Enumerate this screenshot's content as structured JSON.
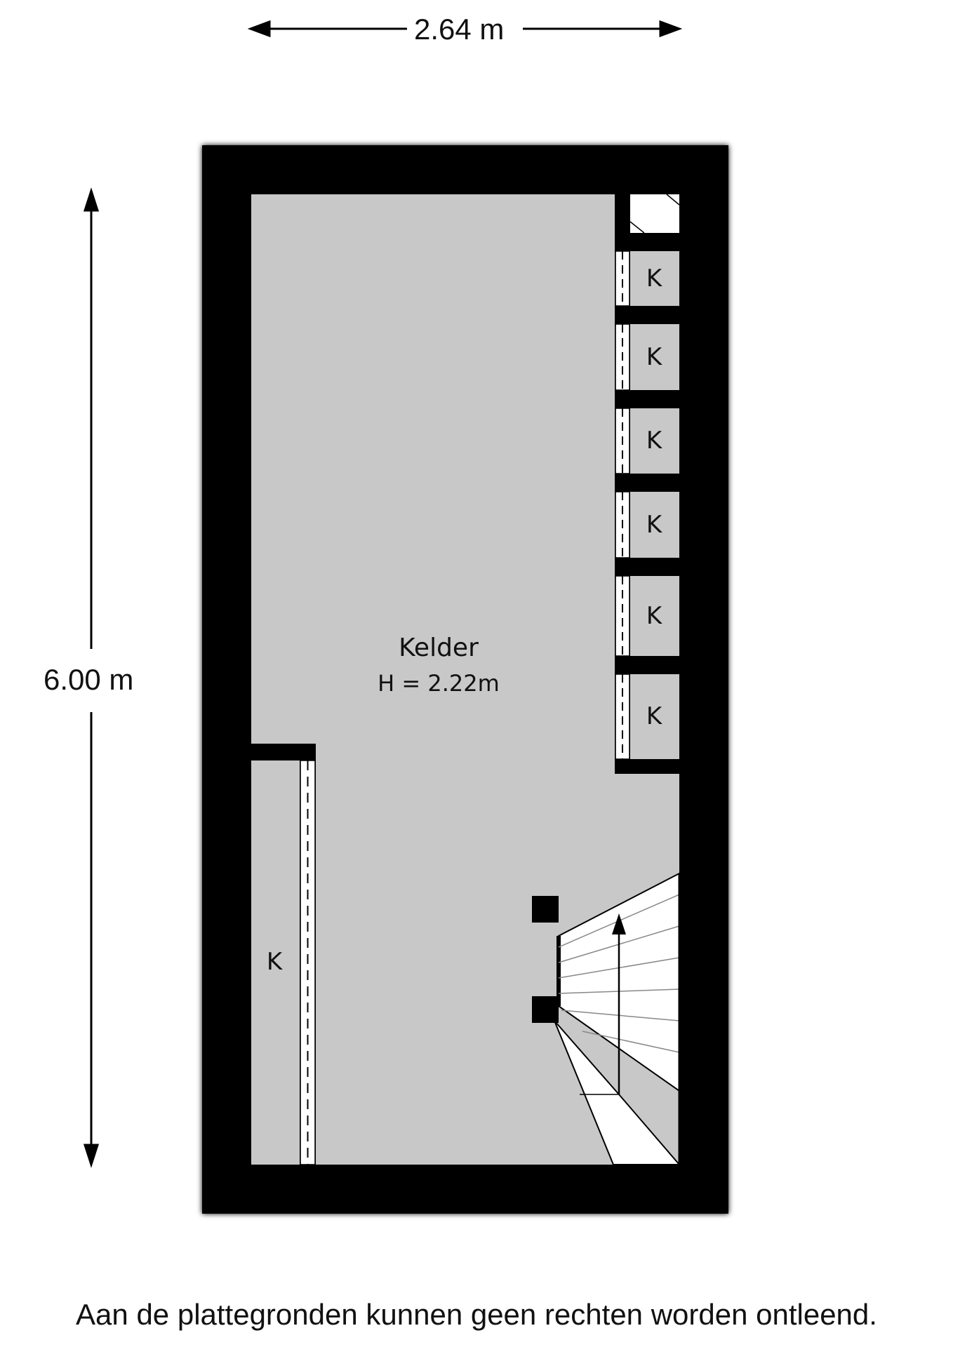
{
  "dimensions": {
    "width_label": "2.64 m",
    "height_label": "6.00 m"
  },
  "room": {
    "name": "Kelder",
    "height_label": "H = 2.22m"
  },
  "closets": [
    "K",
    "K",
    "K",
    "K",
    "K",
    "K",
    "K"
  ],
  "disclaimer": "Aan de plattegronden kunnen geen rechten worden ontleend.",
  "colors": {
    "wall": "#000000",
    "floor": "#c8c8c8",
    "background": "#ffffff"
  }
}
